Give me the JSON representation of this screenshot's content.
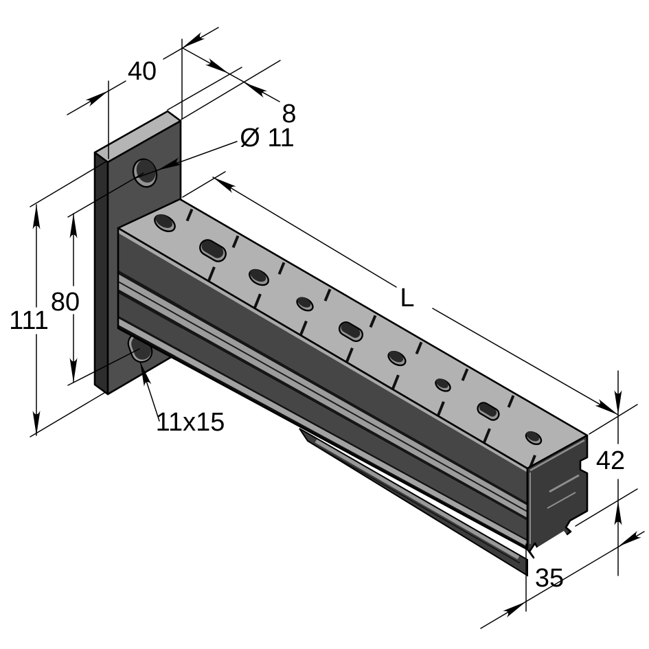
{
  "drawing": {
    "title": "Dimensioned isometric technical drawing: cantilever bracket (wall plate with slotted strut channel rail)",
    "background_color": "#ffffff",
    "line_color": "#000000",
    "colors": {
      "metal_top_light": "#b2b2b2",
      "metal_side_dark": "#464646",
      "plate_front": "#4e4e4e",
      "plate_edge_dark": "#2d2d2d",
      "groove_highlight": "#9c9c9c",
      "hole_inner": "#949494",
      "hole_dark": "#282828"
    },
    "dimensions": {
      "plate_width": {
        "label": "40"
      },
      "plate_thickness": {
        "label": "8"
      },
      "plate_hole_diameter": {
        "label": "Ø 11"
      },
      "plate_height": {
        "label": "111"
      },
      "hole_spacing": {
        "label": "80"
      },
      "plate_slot_size": {
        "label": "11x15"
      },
      "rail_length": {
        "label": "L"
      },
      "channel_height": {
        "label": "42"
      },
      "channel_width": {
        "label": "35"
      }
    }
  }
}
